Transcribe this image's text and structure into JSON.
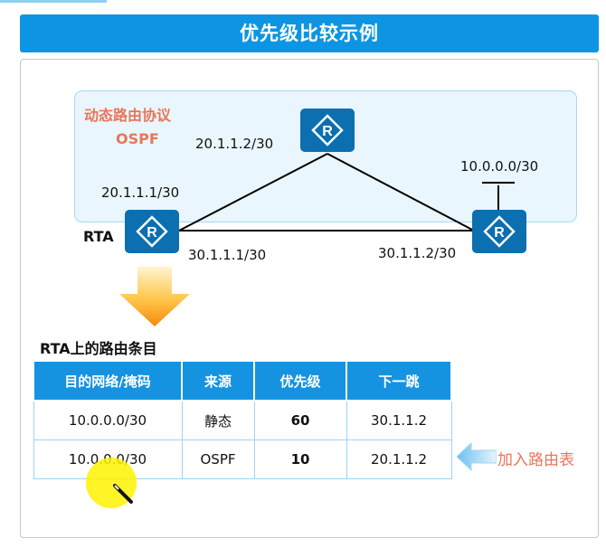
{
  "title": "优先级比较示例",
  "protocol": {
    "title": "动态路由协议",
    "name": "OSPF"
  },
  "routers": {
    "top": {
      "interface_ip": "20.1.1.2/30"
    },
    "rta": {
      "name": "RTA",
      "ip_top": "20.1.1.1/30",
      "ip_bottom": "30.1.1.1/30"
    },
    "right": {
      "interface_ip": "30.1.1.2/30",
      "network": "10.0.0.0/30"
    }
  },
  "table": {
    "title": "RTA上的路由条目",
    "headers": [
      "目的网络/掩码",
      "来源",
      "优先级",
      "下一跳"
    ],
    "rows": [
      [
        "10.0.0.0/30",
        "静态",
        "60",
        "30.1.1.2"
      ],
      [
        "10.0.0.0/30",
        "OSPF",
        "10",
        "20.1.1.2"
      ]
    ]
  },
  "annotation": "加入路由表",
  "colors": {
    "title_bar": "#0d95e3",
    "router": "#0b6fb0",
    "accent_text": "#e8765a",
    "header": "#1693e0"
  }
}
